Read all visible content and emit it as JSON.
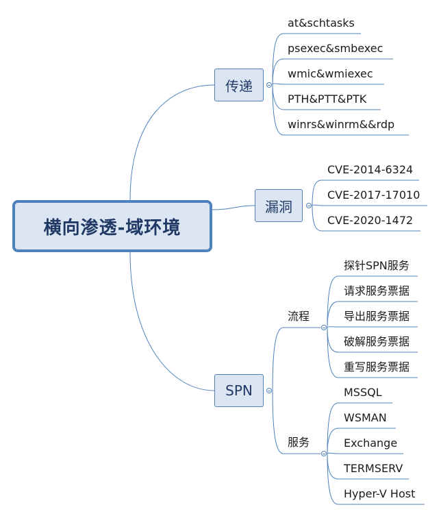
{
  "root": {
    "label": "横向渗透-域环境"
  },
  "branches": {
    "transfer": {
      "label": "传递",
      "items": [
        "at&schtasks",
        "psexec&smbexec",
        "wmic&wmiexec",
        "PTH&PTT&PTK",
        "winrs&winrm&&rdp"
      ]
    },
    "vuln": {
      "label": "漏洞",
      "items": [
        "CVE-2014-6324",
        "CVE-2017-17010",
        "CVE-2020-1472"
      ]
    },
    "spn": {
      "label": "SPN",
      "flow": {
        "label": "流程",
        "items": [
          "探针SPN服务",
          "请求服务票据",
          "导出服务票据",
          "破解服务票据",
          "重写服务票据"
        ]
      },
      "service": {
        "label": "服务",
        "items": [
          "MSSQL",
          "WSMAN",
          "Exchange",
          "TERMSERV",
          "Hyper-V Host"
        ]
      }
    }
  },
  "colors": {
    "line": "#4f81bd",
    "node_fill": "#dce6f2",
    "text": "#1f3864"
  }
}
